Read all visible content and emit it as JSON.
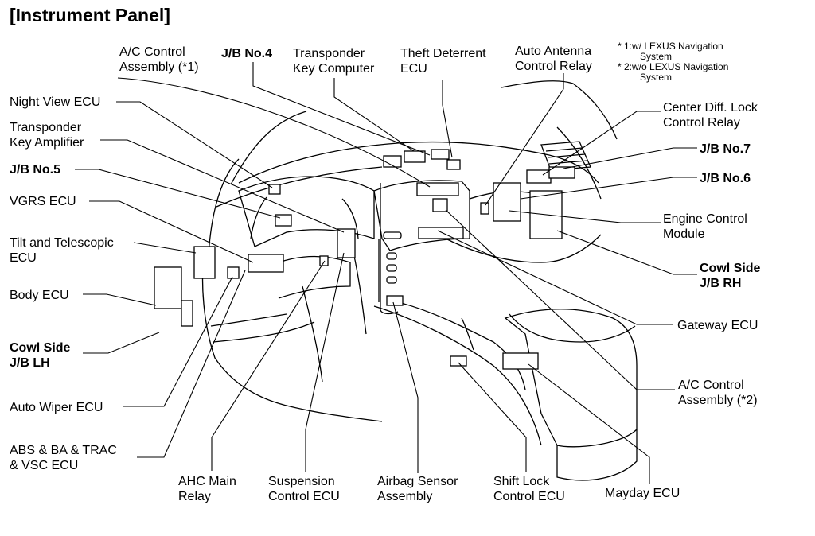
{
  "title": "[Instrument Panel]",
  "notes": {
    "n1a": "* 1:w/ LEXUS Navigation",
    "n1b": "System",
    "n2a": "* 2:w/o LEXUS Navigation",
    "n2b": "System"
  },
  "labels": {
    "ac1_a": "A/C Control",
    "ac1_b": "Assembly (*1)",
    "jb4": "J/B No.4",
    "tkc_a": "Transponder",
    "tkc_b": "Key Computer",
    "theft_a": "Theft Deterrent",
    "theft_b": "ECU",
    "antenna_a": "Auto Antenna",
    "antenna_b": "Control Relay",
    "night": "Night View ECU",
    "tka_a": "Transponder",
    "tka_b": "Key Amplifier",
    "jb5": "J/B No.5",
    "vgrs": "VGRS ECU",
    "tilt_a": "Tilt and Telescopic",
    "tilt_b": "ECU",
    "body": "Body ECU",
    "cowl_lh_a": "Cowl Side",
    "cowl_lh_b": "J/B LH",
    "wiper": "Auto Wiper ECU",
    "abs_a": "ABS & BA & TRAC",
    "abs_b": "& VSC ECU",
    "ahc_a": "AHC Main",
    "ahc_b": "Relay",
    "susp_a": "Suspension",
    "susp_b": "Control ECU",
    "airbag_a": "Airbag Sensor",
    "airbag_b": "Assembly",
    "shift_a": "Shift Lock",
    "shift_b": "Control ECU",
    "mayday": "Mayday ECU",
    "ac2_a": "A/C Control",
    "ac2_b": "Assembly (*2)",
    "gateway": "Gateway ECU",
    "cowl_rh_a": "Cowl Side",
    "cowl_rh_b": "J/B RH",
    "engine_a": "Engine Control",
    "engine_b": "Module",
    "jb6": "J/B No.6",
    "jb7": "J/B No.7",
    "cdl_a": "Center Diff. Lock",
    "cdl_b": "Control Relay"
  }
}
